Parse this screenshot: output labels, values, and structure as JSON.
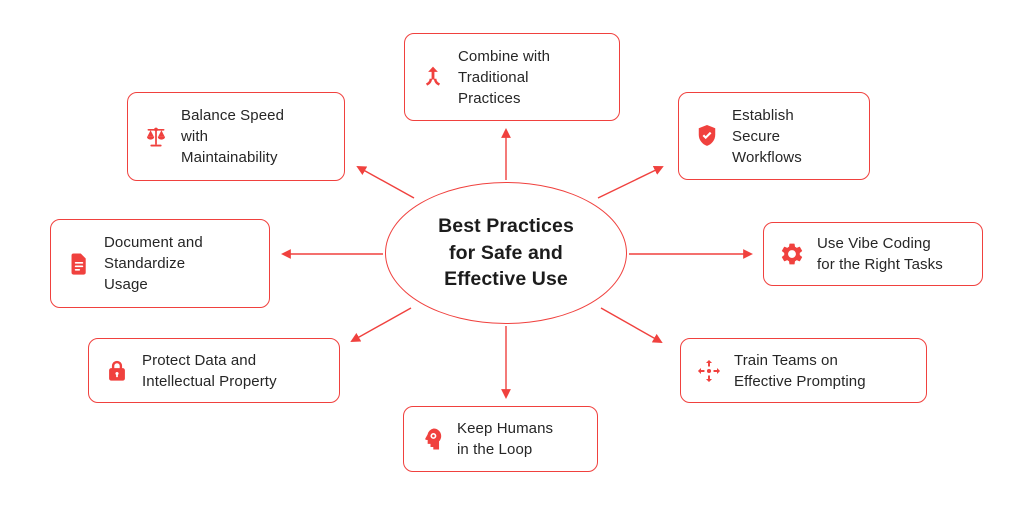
{
  "colors": {
    "accent": "#f0413e",
    "text": "#262626",
    "background": "#ffffff"
  },
  "center": {
    "title": "Best Practices for Safe and Effective Use",
    "lines": [
      "Best Practices",
      "for Safe and",
      "Effective Use"
    ]
  },
  "nodes": [
    {
      "id": "combine-traditional",
      "icon": "merge-arrow-icon",
      "label": "Combine with Traditional Practices",
      "lines": [
        "Combine with",
        "Traditional",
        "Practices"
      ]
    },
    {
      "id": "secure-workflows",
      "icon": "shield-check-icon",
      "label": "Establish Secure Workflows",
      "lines": [
        "Establish",
        "Secure",
        "Workflows"
      ]
    },
    {
      "id": "vibe-coding-tasks",
      "icon": "gear-icon",
      "label": "Use Vibe Coding for the Right Tasks",
      "lines": [
        "Use Vibe Coding",
        "for the Right Tasks"
      ]
    },
    {
      "id": "train-teams",
      "icon": "expand-arrows-icon",
      "label": "Train Teams on Effective Prompting",
      "lines": [
        "Train Teams on",
        "Effective Prompting"
      ]
    },
    {
      "id": "keep-humans",
      "icon": "human-gear-icon",
      "label": "Keep Humans in the Loop",
      "lines": [
        "Keep Humans",
        "in the Loop"
      ]
    },
    {
      "id": "protect-data",
      "icon": "lock-icon",
      "label": "Protect Data and Intellectual Property",
      "lines": [
        "Protect Data and",
        "Intellectual Property"
      ]
    },
    {
      "id": "document-usage",
      "icon": "document-icon",
      "label": "Document and Standardize Usage",
      "lines": [
        "Document and",
        "Standardize",
        "Usage"
      ]
    },
    {
      "id": "balance-speed",
      "icon": "balance-scale-icon",
      "label": "Balance Speed with Maintainability",
      "lines": [
        "Balance Speed",
        "with",
        "Maintainability"
      ]
    }
  ]
}
